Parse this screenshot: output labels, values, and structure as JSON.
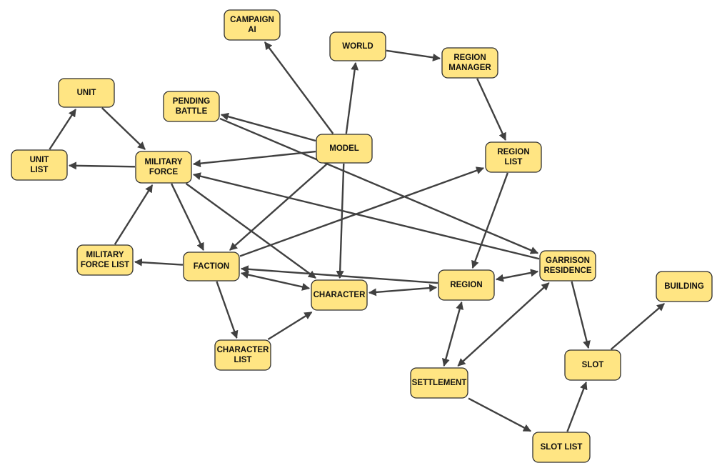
{
  "diagram": {
    "nodes": [
      {
        "id": "campaign_ai",
        "label": "CAMPAIGN\nAI"
      },
      {
        "id": "world",
        "label": "WORLD"
      },
      {
        "id": "region_manager",
        "label": "REGION\nMANAGER"
      },
      {
        "id": "unit",
        "label": "UNIT"
      },
      {
        "id": "pending_battle",
        "label": "PENDING\nBATTLE"
      },
      {
        "id": "model",
        "label": "MODEL"
      },
      {
        "id": "region_list",
        "label": "REGION\nLIST"
      },
      {
        "id": "unit_list",
        "label": "UNIT\nLIST"
      },
      {
        "id": "military_force",
        "label": "MILITARY\nFORCE"
      },
      {
        "id": "military_force_list",
        "label": "MILITARY\nFORCE LIST"
      },
      {
        "id": "faction",
        "label": "FACTION"
      },
      {
        "id": "character",
        "label": "CHARACTER"
      },
      {
        "id": "region",
        "label": "REGION"
      },
      {
        "id": "garrison_residence",
        "label": "GARRISON\nRESIDENCE"
      },
      {
        "id": "building",
        "label": "BUILDING"
      },
      {
        "id": "character_list",
        "label": "CHARACTER\nLIST"
      },
      {
        "id": "slot",
        "label": "SLOT"
      },
      {
        "id": "settlement",
        "label": "SETTLEMENT"
      },
      {
        "id": "slot_list",
        "label": "SLOT LIST"
      }
    ],
    "edges": [
      {
        "from": "model",
        "to": "campaign_ai"
      },
      {
        "from": "model",
        "to": "world"
      },
      {
        "from": "world",
        "to": "region_manager"
      },
      {
        "from": "region_manager",
        "to": "region_list"
      },
      {
        "from": "model",
        "to": "pending_battle"
      },
      {
        "from": "model",
        "to": "military_force"
      },
      {
        "from": "model",
        "to": "faction"
      },
      {
        "from": "model",
        "to": "character"
      },
      {
        "from": "unit_list",
        "to": "unit"
      },
      {
        "from": "unit",
        "to": "military_force"
      },
      {
        "from": "military_force",
        "to": "unit_list"
      },
      {
        "from": "military_force_list",
        "to": "military_force"
      },
      {
        "from": "military_force",
        "to": "faction"
      },
      {
        "from": "military_force",
        "to": "character"
      },
      {
        "from": "faction",
        "to": "military_force_list"
      },
      {
        "from": "faction",
        "to": "character",
        "both": true
      },
      {
        "from": "faction",
        "to": "character_list"
      },
      {
        "from": "character_list",
        "to": "character"
      },
      {
        "from": "faction",
        "to": "region_list"
      },
      {
        "from": "region",
        "to": "faction"
      },
      {
        "from": "region_list",
        "to": "region"
      },
      {
        "from": "character",
        "to": "region",
        "both": true
      },
      {
        "from": "region",
        "to": "garrison_residence",
        "both": true
      },
      {
        "from": "pending_battle",
        "to": "garrison_residence"
      },
      {
        "from": "garrison_residence",
        "to": "military_force"
      },
      {
        "from": "garrison_residence",
        "to": "settlement",
        "both": true
      },
      {
        "from": "region",
        "to": "settlement",
        "both": true
      },
      {
        "from": "garrison_residence",
        "to": "slot"
      },
      {
        "from": "settlement",
        "to": "slot_list"
      },
      {
        "from": "slot_list",
        "to": "slot"
      },
      {
        "from": "slot",
        "to": "building"
      }
    ]
  }
}
